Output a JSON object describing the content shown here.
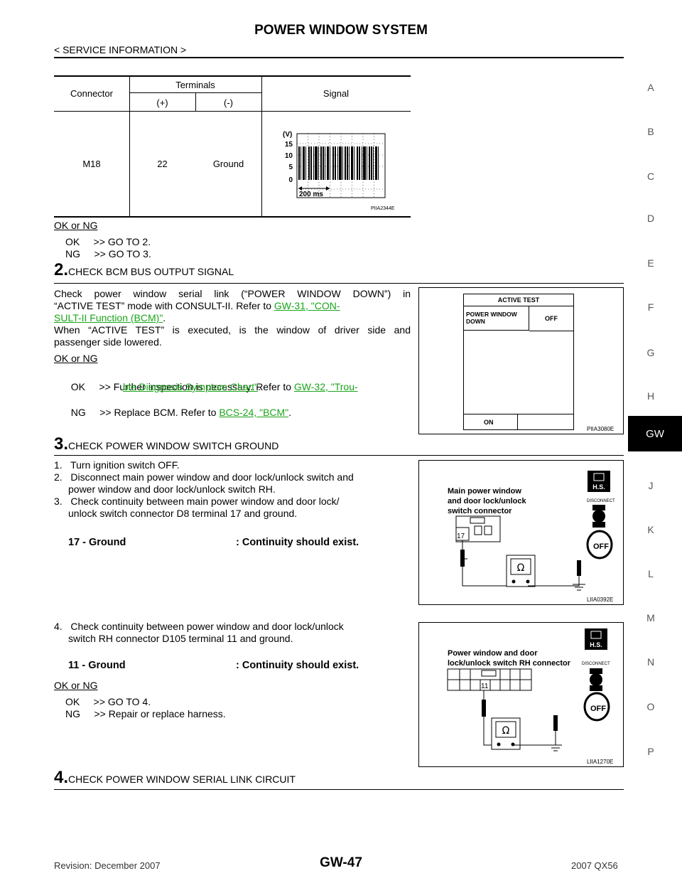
{
  "header": {
    "title": "POWER WINDOW SYSTEM",
    "subtitle": "< SERVICE INFORMATION >"
  },
  "side_index": [
    "A",
    "B",
    "C",
    "D",
    "E",
    "F",
    "G",
    "H",
    "GW",
    "J",
    "K",
    "L",
    "M",
    "N",
    "O",
    "P"
  ],
  "side_active": "GW",
  "table": {
    "col_connector": "Connector",
    "col_terminals": "Terminals",
    "col_plus": "(+)",
    "col_minus": "(-)",
    "col_signal": "Signal",
    "row": {
      "connector": "M18",
      "plus": "22",
      "minus": "Ground"
    },
    "waveform": {
      "unit": "(V)",
      "y15": "15",
      "y10": "10",
      "y5": "5",
      "y0": "0",
      "time": "200 ms",
      "code": "PIIA2344E"
    }
  },
  "block1": {
    "ok_ng": "OK or NG",
    "ok": "OK     >> GO TO 2.",
    "ng": "NG     >> GO TO 3."
  },
  "step2": {
    "num": "2.",
    "title": "CHECK BCM BUS OUTPUT SIGNAL",
    "p1a": "Check power window serial link (“POWER WINDOW DOWN”) in",
    "p1b": "“ACTIVE TEST” mode with CONSULT-II. Refer to ",
    "link1a": "GW-31, \"CON-",
    "link1b": "SULT-II Function (BCM)\"",
    "p1end": ".",
    "p2a": "When “ACTIVE TEST” is executed, is the window of driver side and",
    "p2b": "passenger side lowered.",
    "ok_ng": "OK or NG",
    "ok_pre": "OK     >> Further inspection is necessary. Refer to ",
    "ok_link_a": "GW-32, \"Trou-",
    "ok_link_b": "ble Diagnosis Symptom Chart\"",
    "ok_end": ".",
    "ng_pre": "NG     >> Replace BCM. Refer to ",
    "ng_link": "BCS-24, \"BCM\"",
    "ng_end": ".",
    "fig": {
      "header": "ACTIVE TEST",
      "item_a": "POWER WINDOW",
      "item_b": "DOWN",
      "value": "OFF",
      "button": "ON",
      "code": "PIIA3080E"
    }
  },
  "step3": {
    "num": "3.",
    "title": "CHECK POWER WINDOW SWITCH GROUND",
    "i1": "1.   Turn ignition switch OFF.",
    "i2a": "2.   Disconnect main power window and door lock/unlock switch and",
    "i2b": "power window and door lock/unlock switch RH.",
    "i3a": "3.   Check continuity between main power window and door lock/",
    "i3b": "unlock switch connector D8 terminal 17 and ground.",
    "spec1_left": "17 - Ground",
    "spec1_right": ": Continuity should exist.",
    "fig1": {
      "l1": "Main power window",
      "l2": "and door lock/unlock",
      "l3": "switch connector",
      "pin": "17",
      "ohm": "Ω",
      "hs": "H.S.",
      "disc": "DISCONNECT",
      "off": "OFF",
      "code": "LIIA0392E"
    },
    "i4a": "4.   Check continuity between power window and door lock/unlock",
    "i4b": "switch RH connector D105 terminal 11 and ground.",
    "spec2_left": "11 - Ground",
    "spec2_right": ": Continuity should exist.",
    "ok_ng": "OK or NG",
    "ok": "OK     >> GO TO 4.",
    "ng": "NG     >> Repair or replace harness.",
    "fig2": {
      "l1": "Power window and door",
      "l2": "lock/unlock switch RH connector",
      "pin": "11",
      "ohm": "Ω",
      "hs": "H.S.",
      "disc": "DISCONNECT",
      "off": "OFF",
      "code": "LIIA1270E"
    }
  },
  "step4": {
    "num": "4.",
    "title": "CHECK POWER WINDOW SERIAL LINK CIRCUIT"
  },
  "footer": {
    "revision": "Revision: December 2007",
    "page": "GW-47",
    "model": "2007 QX56"
  }
}
